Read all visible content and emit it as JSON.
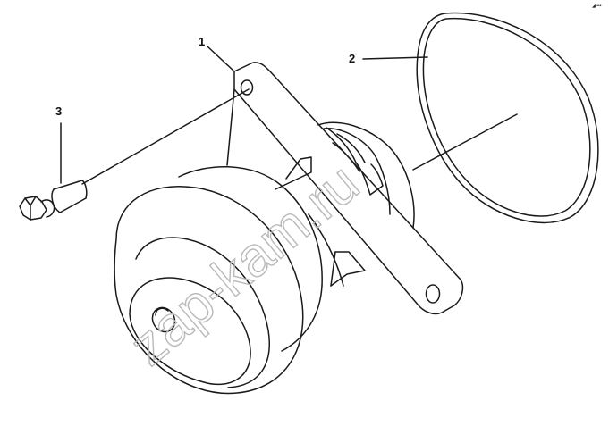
{
  "diagram": {
    "callouts": [
      {
        "id": "1",
        "label": "1",
        "part": "water-pump"
      },
      {
        "id": "2",
        "label": "2",
        "part": "o-ring-seal"
      },
      {
        "id": "3",
        "label": "3",
        "part": "bolt"
      }
    ],
    "watermark": "zap-kam.ru",
    "corner_mark": "◢ •••"
  },
  "colors": {
    "line": "#1a1a1a",
    "watermark": "#b9b9b9",
    "background": "#ffffff"
  }
}
